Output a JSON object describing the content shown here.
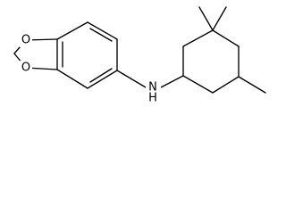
{
  "structure": {
    "atom_labels": {
      "o_upper": "O",
      "o_lower": "O",
      "n_amine": "N",
      "h_amine": "H"
    },
    "colors": {
      "bond": "#000000",
      "label": "#000000",
      "background": "#ffffff"
    }
  }
}
